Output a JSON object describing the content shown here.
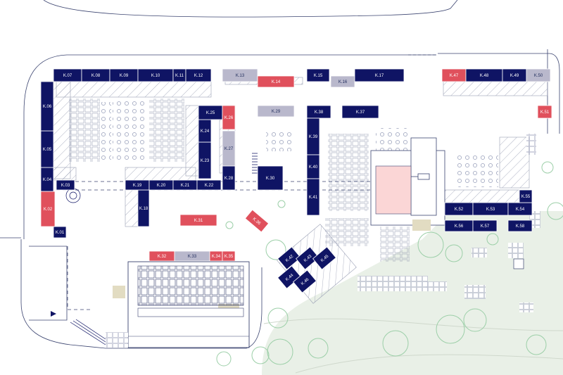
{
  "colors": {
    "navy": "#0f1464",
    "red": "#e0505c",
    "grey": "#b9b8cc",
    "green": "#e9f0e7",
    "tree": "#9ccfa8",
    "line": "#3b4470",
    "hatch": "#9aa0b5",
    "event_floor": "#fbd6d6",
    "tan": "#e2dcc2"
  },
  "units": [
    {
      "id": "K.01",
      "label": "K.01",
      "status": "booked"
    },
    {
      "id": "K.02",
      "label": "K.02",
      "status": "available"
    },
    {
      "id": "K.03",
      "label": "K.03",
      "status": "booked"
    },
    {
      "id": "K.04",
      "label": "K.04",
      "status": "booked"
    },
    {
      "id": "K.05",
      "label": "K.05",
      "status": "booked"
    },
    {
      "id": "K.06",
      "label": "K.06",
      "status": "booked"
    },
    {
      "id": "K.07",
      "label": "K.07",
      "status": "booked"
    },
    {
      "id": "K.08",
      "label": "K.08",
      "status": "booked"
    },
    {
      "id": "K.09",
      "label": "K.09",
      "status": "booked"
    },
    {
      "id": "K.10",
      "label": "K.10",
      "status": "booked"
    },
    {
      "id": "K.11",
      "label": "K.11",
      "status": "booked"
    },
    {
      "id": "K.12",
      "label": "K.12",
      "status": "booked"
    },
    {
      "id": "K.13",
      "label": "K.13",
      "status": "reserved"
    },
    {
      "id": "K.14",
      "label": "K.14",
      "status": "available"
    },
    {
      "id": "K.15",
      "label": "K.15",
      "status": "booked"
    },
    {
      "id": "K.16",
      "label": "K.16",
      "status": "reserved"
    },
    {
      "id": "K.17",
      "label": "K.17",
      "status": "booked"
    },
    {
      "id": "K.18",
      "label": "K.18",
      "status": "booked"
    },
    {
      "id": "K.19",
      "label": "K.19",
      "status": "booked"
    },
    {
      "id": "K.20",
      "label": "K.20",
      "status": "booked"
    },
    {
      "id": "K.21",
      "label": "K.21",
      "status": "booked"
    },
    {
      "id": "K.22",
      "label": "K.22",
      "status": "booked"
    },
    {
      "id": "K.23",
      "label": "K.23",
      "status": "booked"
    },
    {
      "id": "K.24",
      "label": "K.24",
      "status": "booked"
    },
    {
      "id": "K.25",
      "label": "K.25",
      "status": "booked"
    },
    {
      "id": "K.26",
      "label": "K.26",
      "status": "available"
    },
    {
      "id": "K.27",
      "label": "K.27",
      "status": "reserved"
    },
    {
      "id": "K.28",
      "label": "K.28",
      "status": "booked"
    },
    {
      "id": "K.29",
      "label": "K.29",
      "status": "reserved"
    },
    {
      "id": "K.30",
      "label": "K.30",
      "status": "booked"
    },
    {
      "id": "K.31",
      "label": "K.31",
      "status": "available"
    },
    {
      "id": "K.32",
      "label": "K.32",
      "status": "available"
    },
    {
      "id": "K.33",
      "label": "K.33",
      "status": "reserved"
    },
    {
      "id": "K.34",
      "label": "K.34",
      "status": "available"
    },
    {
      "id": "K.35",
      "label": "K.35",
      "status": "available"
    },
    {
      "id": "K.36",
      "label": "K.36",
      "status": "available"
    },
    {
      "id": "K.37",
      "label": "K.37",
      "status": "booked"
    },
    {
      "id": "K.38",
      "label": "K.38",
      "status": "booked"
    },
    {
      "id": "K.39",
      "label": "K.39",
      "status": "booked"
    },
    {
      "id": "K.40",
      "label": "K.40",
      "status": "booked"
    },
    {
      "id": "K.41",
      "label": "K.41",
      "status": "booked"
    },
    {
      "id": "K.42",
      "label": "K.42",
      "status": "booked"
    },
    {
      "id": "K.43",
      "label": "K.43",
      "status": "booked"
    },
    {
      "id": "K.44",
      "label": "K.44",
      "status": "booked"
    },
    {
      "id": "K.45",
      "label": "K.45",
      "status": "booked"
    },
    {
      "id": "K.46",
      "label": "K.46",
      "status": "booked"
    },
    {
      "id": "K.47",
      "label": "K.47",
      "status": "available"
    },
    {
      "id": "K.48",
      "label": "K.48",
      "status": "booked"
    },
    {
      "id": "K.49",
      "label": "K.49",
      "status": "booked"
    },
    {
      "id": "K.50",
      "label": "K.50",
      "status": "reserved"
    },
    {
      "id": "K.51",
      "label": "K.51",
      "status": "available"
    },
    {
      "id": "K.52",
      "label": "K.52",
      "status": "booked"
    },
    {
      "id": "K.53",
      "label": "K.53",
      "status": "booked"
    },
    {
      "id": "K.54",
      "label": "K.54",
      "status": "booked"
    },
    {
      "id": "K.55",
      "label": "K.55",
      "status": "booked"
    },
    {
      "id": "K.56",
      "label": "K.56",
      "status": "booked"
    },
    {
      "id": "K.57",
      "label": "K.57",
      "status": "booked"
    },
    {
      "id": "K.58",
      "label": "K.58",
      "status": "booked"
    }
  ]
}
